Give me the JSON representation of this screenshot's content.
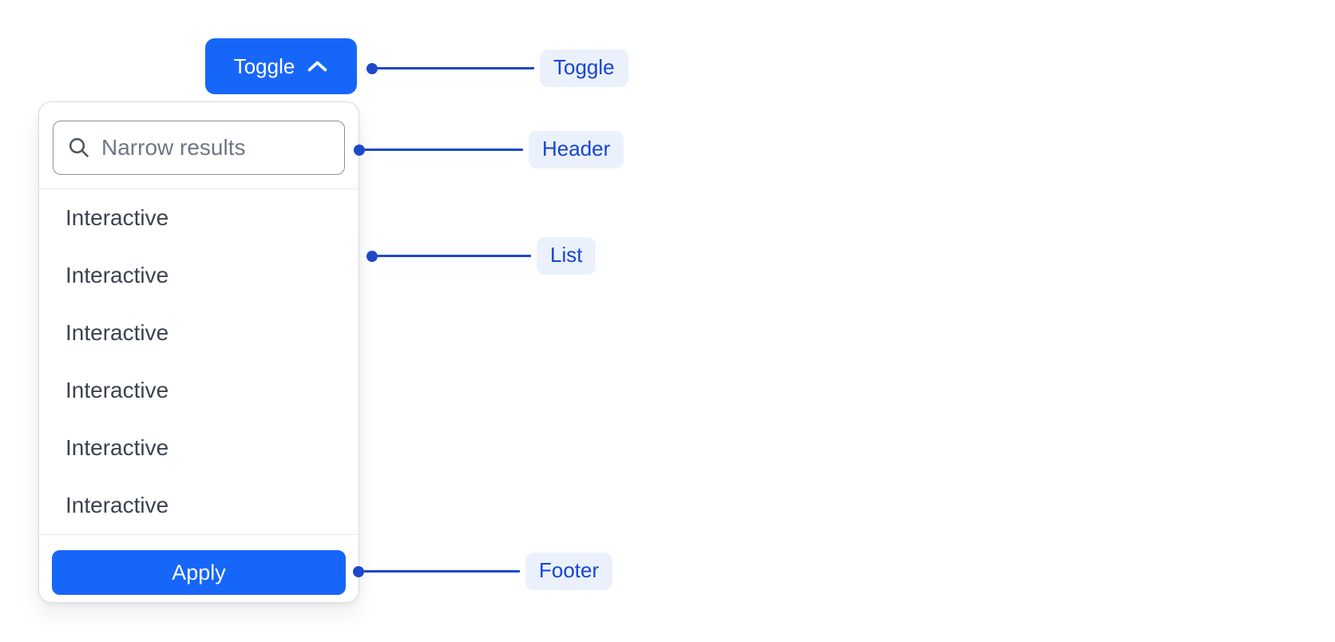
{
  "toggle_button": {
    "label": "Toggle",
    "icon": "chevron-up-icon"
  },
  "popover": {
    "search": {
      "placeholder": "Narrow results",
      "icon": "search-icon"
    },
    "list": {
      "items": [
        "Interactive",
        "Interactive",
        "Interactive",
        "Interactive",
        "Interactive",
        "Interactive"
      ]
    },
    "footer": {
      "apply_label": "Apply"
    }
  },
  "callouts": [
    {
      "label": "Toggle"
    },
    {
      "label": "Header"
    },
    {
      "label": "List"
    },
    {
      "label": "Footer"
    }
  ],
  "colors": {
    "accent": "#1766fa",
    "accent_text": "#ffffff",
    "callout_line": "#1d49c8",
    "callout_bg": "#ebf1fc",
    "callout_text": "#1545d3",
    "list_text": "#3b4350",
    "placeholder_text": "#6f7683",
    "icon_gray": "#4e5560",
    "input_border": "#899099",
    "panel_border": "#d8dbe0",
    "divider": "#e8eaee"
  }
}
